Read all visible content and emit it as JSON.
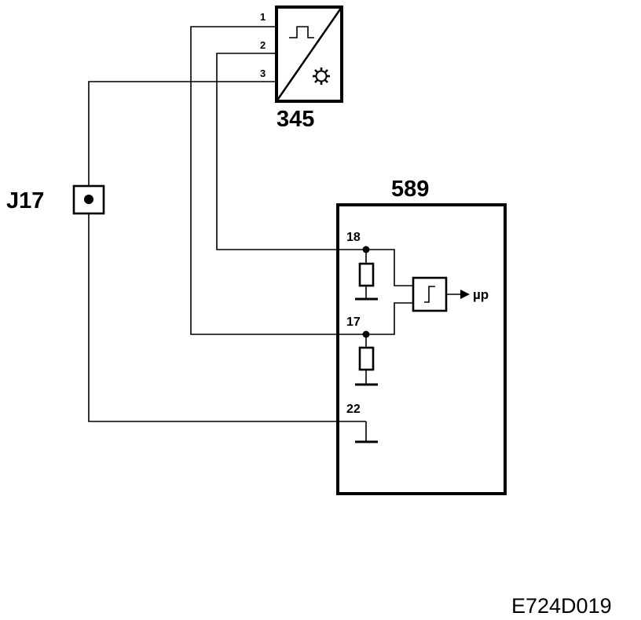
{
  "component_345": {
    "label": "345",
    "pins": [
      "1",
      "2",
      "3"
    ],
    "symbols": [
      "square-pulse-icon",
      "gear-icon"
    ]
  },
  "module_589": {
    "label": "589",
    "terminals": [
      "18",
      "17",
      "22"
    ],
    "output_label": "µp",
    "symbols": [
      "resistor-icon",
      "ground-icon",
      "schmitt-trigger-icon",
      "arrow-right-icon"
    ]
  },
  "connector": {
    "label": "J17"
  },
  "figure_code": "E724D019"
}
